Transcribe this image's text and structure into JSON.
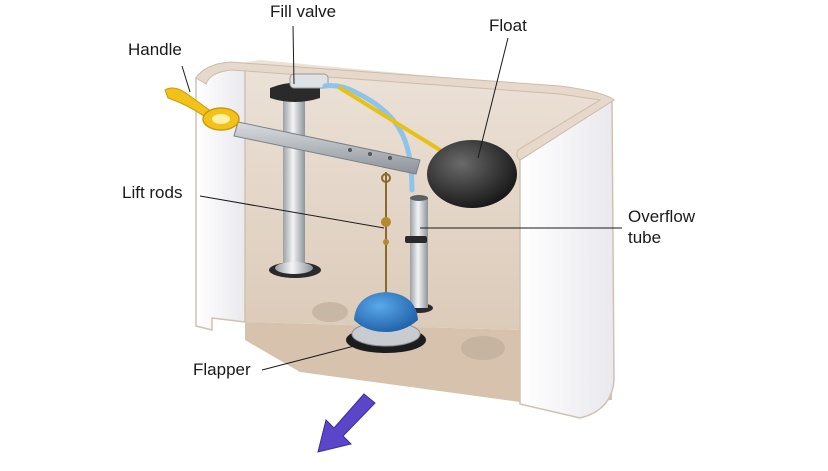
{
  "labels": {
    "fill_valve": "Fill valve",
    "float": "Float",
    "handle": "Handle",
    "lift_rods": "Lift rods",
    "overflow_tube_line1": "Overflow",
    "overflow_tube_line2": "tube",
    "flapper": "Flapper"
  },
  "colors": {
    "tank_interior": "#e2d3c4",
    "tank_wall": "#f4f4f6",
    "tank_rim": "#d7c5b3",
    "handle": "#f2c21a",
    "float_ball": "#2b2b2b",
    "flapper": "#2f7fd0",
    "fill_valve": "#bfc4c9",
    "water_arrow": "#5b46c9",
    "refill_tube": "#8ec3ea"
  }
}
